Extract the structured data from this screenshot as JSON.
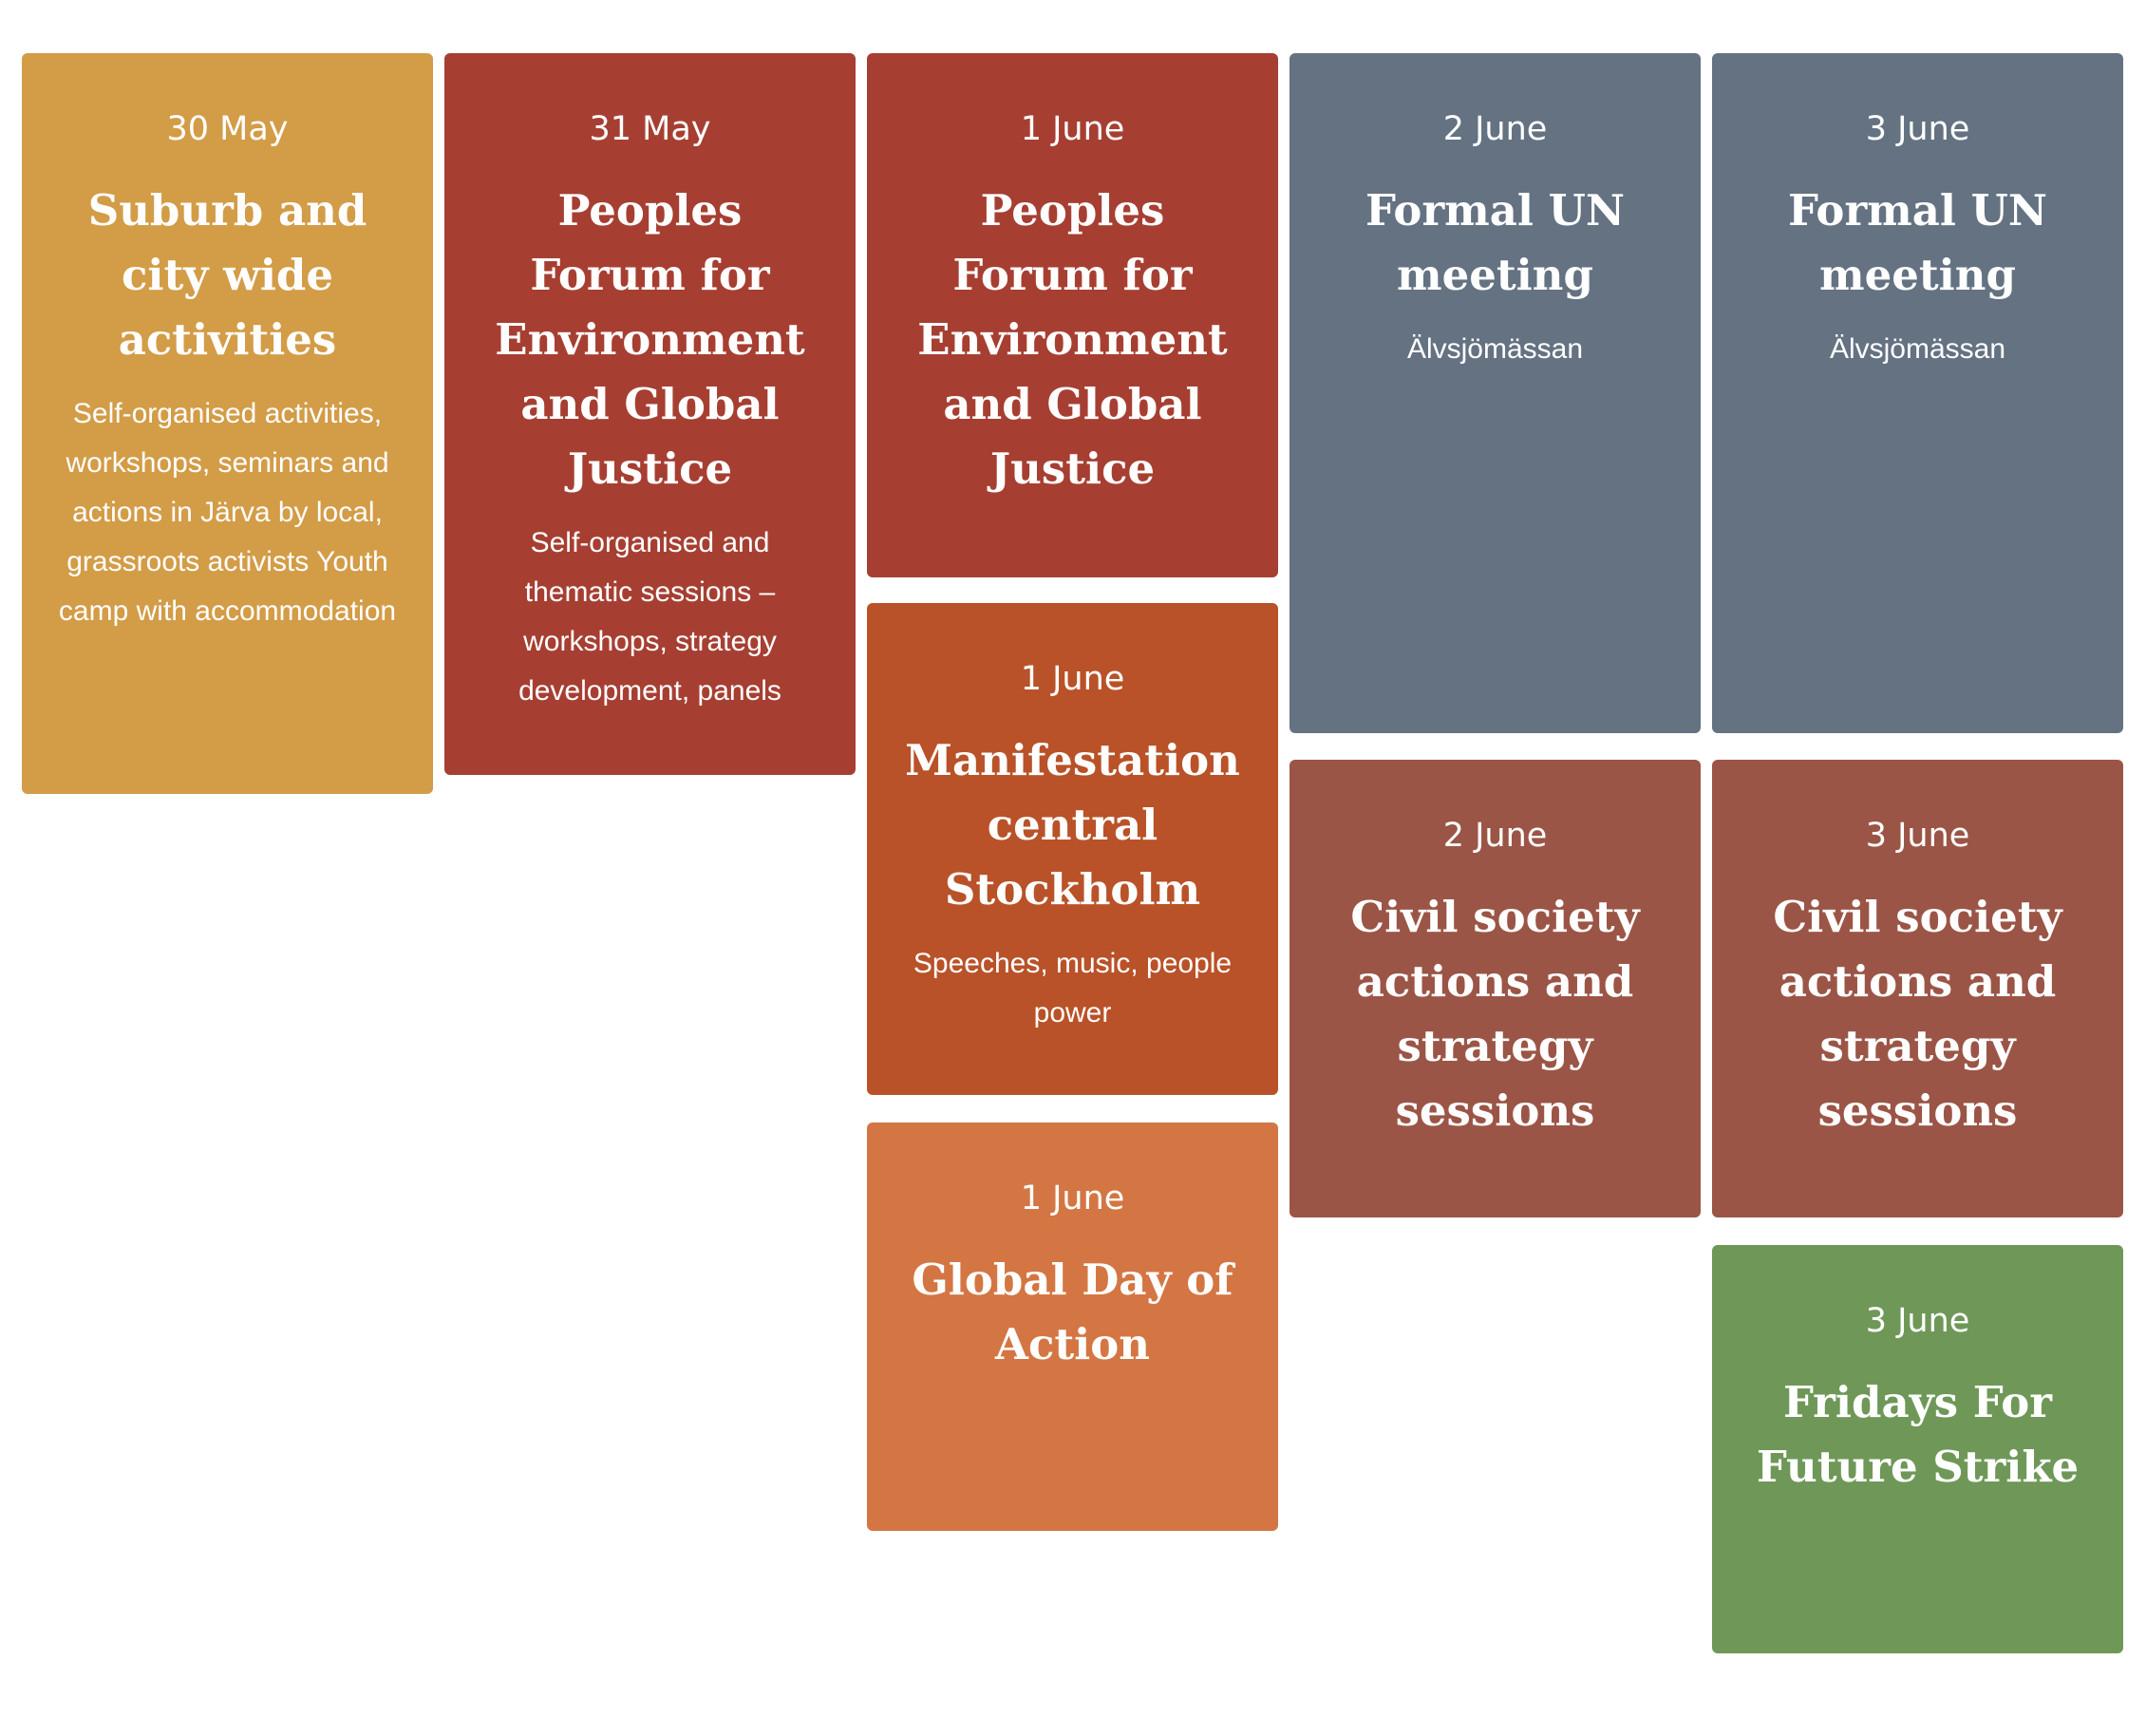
{
  "cards": [
    {
      "date": "30 May",
      "title": "Suburb and city wide activities",
      "description": "Self-organised activities, workshops, seminars and actions in Järva by local, grassroots activists Youth camp with accommodation",
      "color": "#d39c47"
    },
    {
      "date": "31 May",
      "title": "Peoples Forum for Environment and Global Justice",
      "description": "Self-organised and thematic sessions – workshops, strategy development, panels",
      "color": "#a63f32"
    },
    {
      "date": "1 June",
      "title": "Peoples Forum for Environment and Global Justice",
      "color": "#a63f32"
    },
    {
      "date": "1 June",
      "title": "Manifestation central Stockholm",
      "description": "Speeches, music, people power",
      "color": "#b95228"
    },
    {
      "date": "1 June",
      "title": "Global Day of Action",
      "color": "#d47643"
    },
    {
      "date": "2 June",
      "title": "Formal UN meeting",
      "description": "Älvsjömässan",
      "color": "#647282"
    },
    {
      "date": "2 June",
      "title": "Civil society actions and strategy sessions",
      "color": "#9b5546"
    },
    {
      "date": "3 June",
      "title": "Formal UN meeting",
      "description": "Älvsjömässan",
      "color": "#647282"
    },
    {
      "date": "3 June",
      "title": "Civil society actions and strategy sessions",
      "color": "#9b5546"
    },
    {
      "date": "3 June",
      "title": "Fridays For Future Strike",
      "color": "#6f9858"
    }
  ]
}
